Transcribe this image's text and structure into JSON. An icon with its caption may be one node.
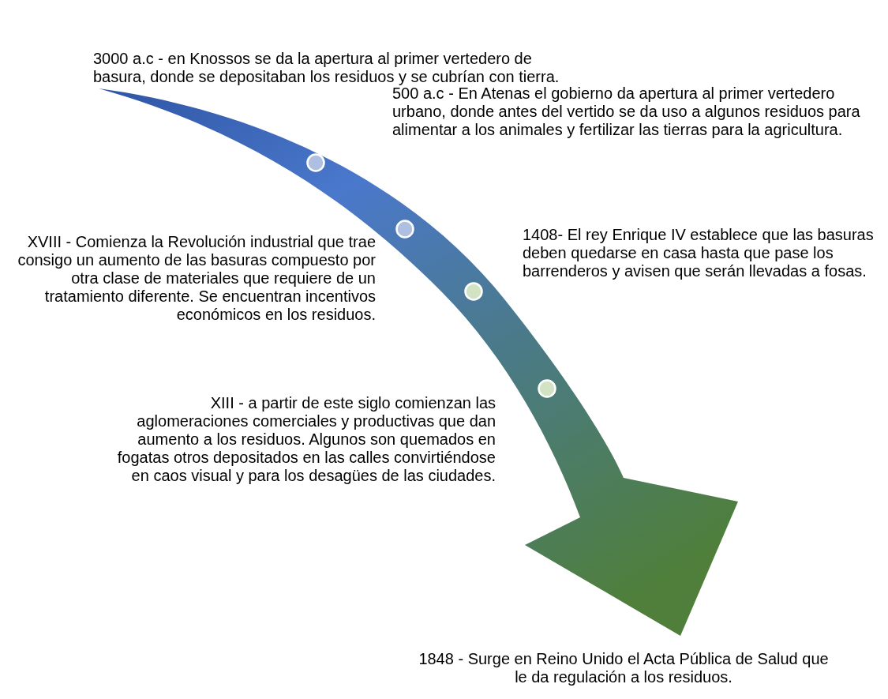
{
  "diagram": {
    "nodes": [
      {
        "text": [],
        "shape": "circle"
      },
      {
        "text": [],
        "shape": "circle"
      },
      {
        "text": [],
        "shape": "circle"
      },
      {
        "text": [],
        "shape": "circle"
      }
    ],
    "edges": [],
    "labels": [
      "3000 a.c - en Knossos se da la apertura al primer vertedero de basura, donde se depositaban los residuos y se cubrían con tierra.",
      "500 a.c - En Atenas el gobierno da apertura al primer vertedero urbano, donde antes del vertido se da uso a algunos residuos para alimentar a los animales y fertilizar las tierras para la agricultura.",
      "1408- El rey Enrique IV establece que las basuras deben quedarse en casa hasta que pase los barrenderos y avisen que serán llevadas a fosas.",
      "XVIII - Comienza la Revolución industrial que trae consigo un aumento de las basuras compuesto por otra clase de materiales que requiere de un tratamiento diferente. Se encuentran incentivos económicos en los residuos.",
      "XIII - a partir de este siglo comienzan las aglomeraciones comerciales y productivas que dan aumento a los residuos. Algunos son quemados en fogatas otros depositados en las calles convirtiéndose en caos visual y para los desagües de las ciudades.",
      "1848 - Surge en Reino Unido el Acta Pública de Salud que le da regulación a los residuos."
    ]
  }
}
